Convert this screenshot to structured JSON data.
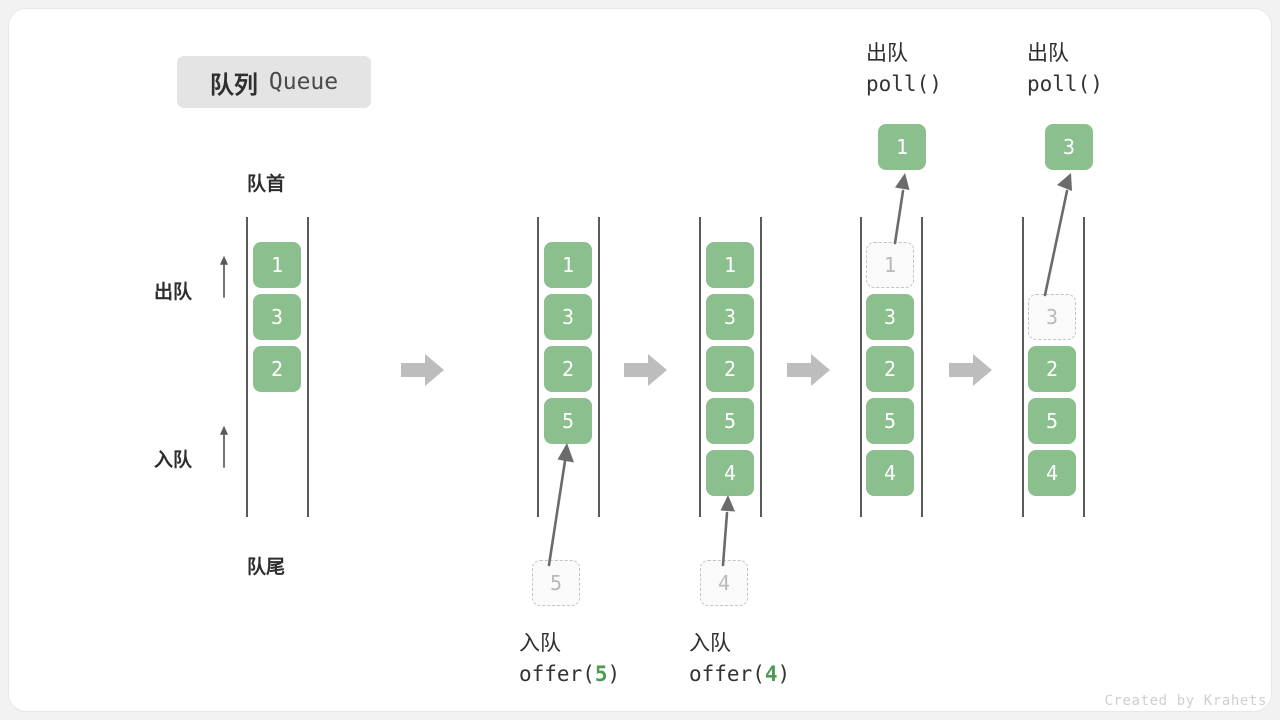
{
  "title": {
    "cn": "队列",
    "en": "Queue"
  },
  "labels": {
    "head": "队首",
    "tail": "队尾",
    "dequeue": "出队",
    "enqueue": "入队"
  },
  "watermark": "Created by Krahets",
  "colors": {
    "item_fill": "#8cbf8e",
    "item_text": "#ffffff",
    "ghost_border": "#c4c4c4",
    "ghost_text": "#b9b9b9",
    "rail": "#5a5a5a",
    "step_arrow": "#bdbdbd",
    "accent_number": "#4e9a55",
    "chip_bg": "#e4e4e4"
  },
  "stages": [
    {
      "id": "stage-initial",
      "items": [
        {
          "value": "1",
          "state": "solid",
          "slot": 0
        },
        {
          "value": "3",
          "state": "solid",
          "slot": 1
        },
        {
          "value": "2",
          "state": "solid",
          "slot": 2
        }
      ],
      "pending": null,
      "popped": null,
      "caption": null
    },
    {
      "id": "stage-offer-5",
      "items": [
        {
          "value": "1",
          "state": "solid",
          "slot": 0
        },
        {
          "value": "3",
          "state": "solid",
          "slot": 1
        },
        {
          "value": "2",
          "state": "solid",
          "slot": 2
        },
        {
          "value": "5",
          "state": "solid",
          "slot": 3
        }
      ],
      "pending": {
        "value": "5",
        "state": "ghost"
      },
      "popped": null,
      "caption": {
        "cn": "入队",
        "code_prefix": "offer(",
        "code_num": "5",
        "code_suffix": ")"
      }
    },
    {
      "id": "stage-offer-4",
      "items": [
        {
          "value": "1",
          "state": "solid",
          "slot": 0
        },
        {
          "value": "3",
          "state": "solid",
          "slot": 1
        },
        {
          "value": "2",
          "state": "solid",
          "slot": 2
        },
        {
          "value": "5",
          "state": "solid",
          "slot": 3
        },
        {
          "value": "4",
          "state": "solid",
          "slot": 4
        }
      ],
      "pending": {
        "value": "4",
        "state": "ghost"
      },
      "popped": null,
      "caption": {
        "cn": "入队",
        "code_prefix": "offer(",
        "code_num": "4",
        "code_suffix": ")"
      }
    },
    {
      "id": "stage-poll-1",
      "items": [
        {
          "value": "1",
          "state": "ghost",
          "slot": 0
        },
        {
          "value": "3",
          "state": "solid",
          "slot": 1
        },
        {
          "value": "2",
          "state": "solid",
          "slot": 2
        },
        {
          "value": "5",
          "state": "solid",
          "slot": 3
        },
        {
          "value": "4",
          "state": "solid",
          "slot": 4
        }
      ],
      "pending": null,
      "popped": {
        "value": "1",
        "state": "solid"
      },
      "caption": {
        "cn": "出队",
        "code_prefix": "poll(",
        "code_num": "",
        "code_suffix": ")"
      }
    },
    {
      "id": "stage-poll-3",
      "items": [
        {
          "value": "3",
          "state": "ghost",
          "slot": 1
        },
        {
          "value": "2",
          "state": "solid",
          "slot": 2
        },
        {
          "value": "5",
          "state": "solid",
          "slot": 3
        },
        {
          "value": "4",
          "state": "solid",
          "slot": 4
        }
      ],
      "pending": null,
      "popped": {
        "value": "3",
        "state": "solid"
      },
      "caption": {
        "cn": "出队",
        "code_prefix": "poll(",
        "code_num": "",
        "code_suffix": ")"
      }
    }
  ]
}
